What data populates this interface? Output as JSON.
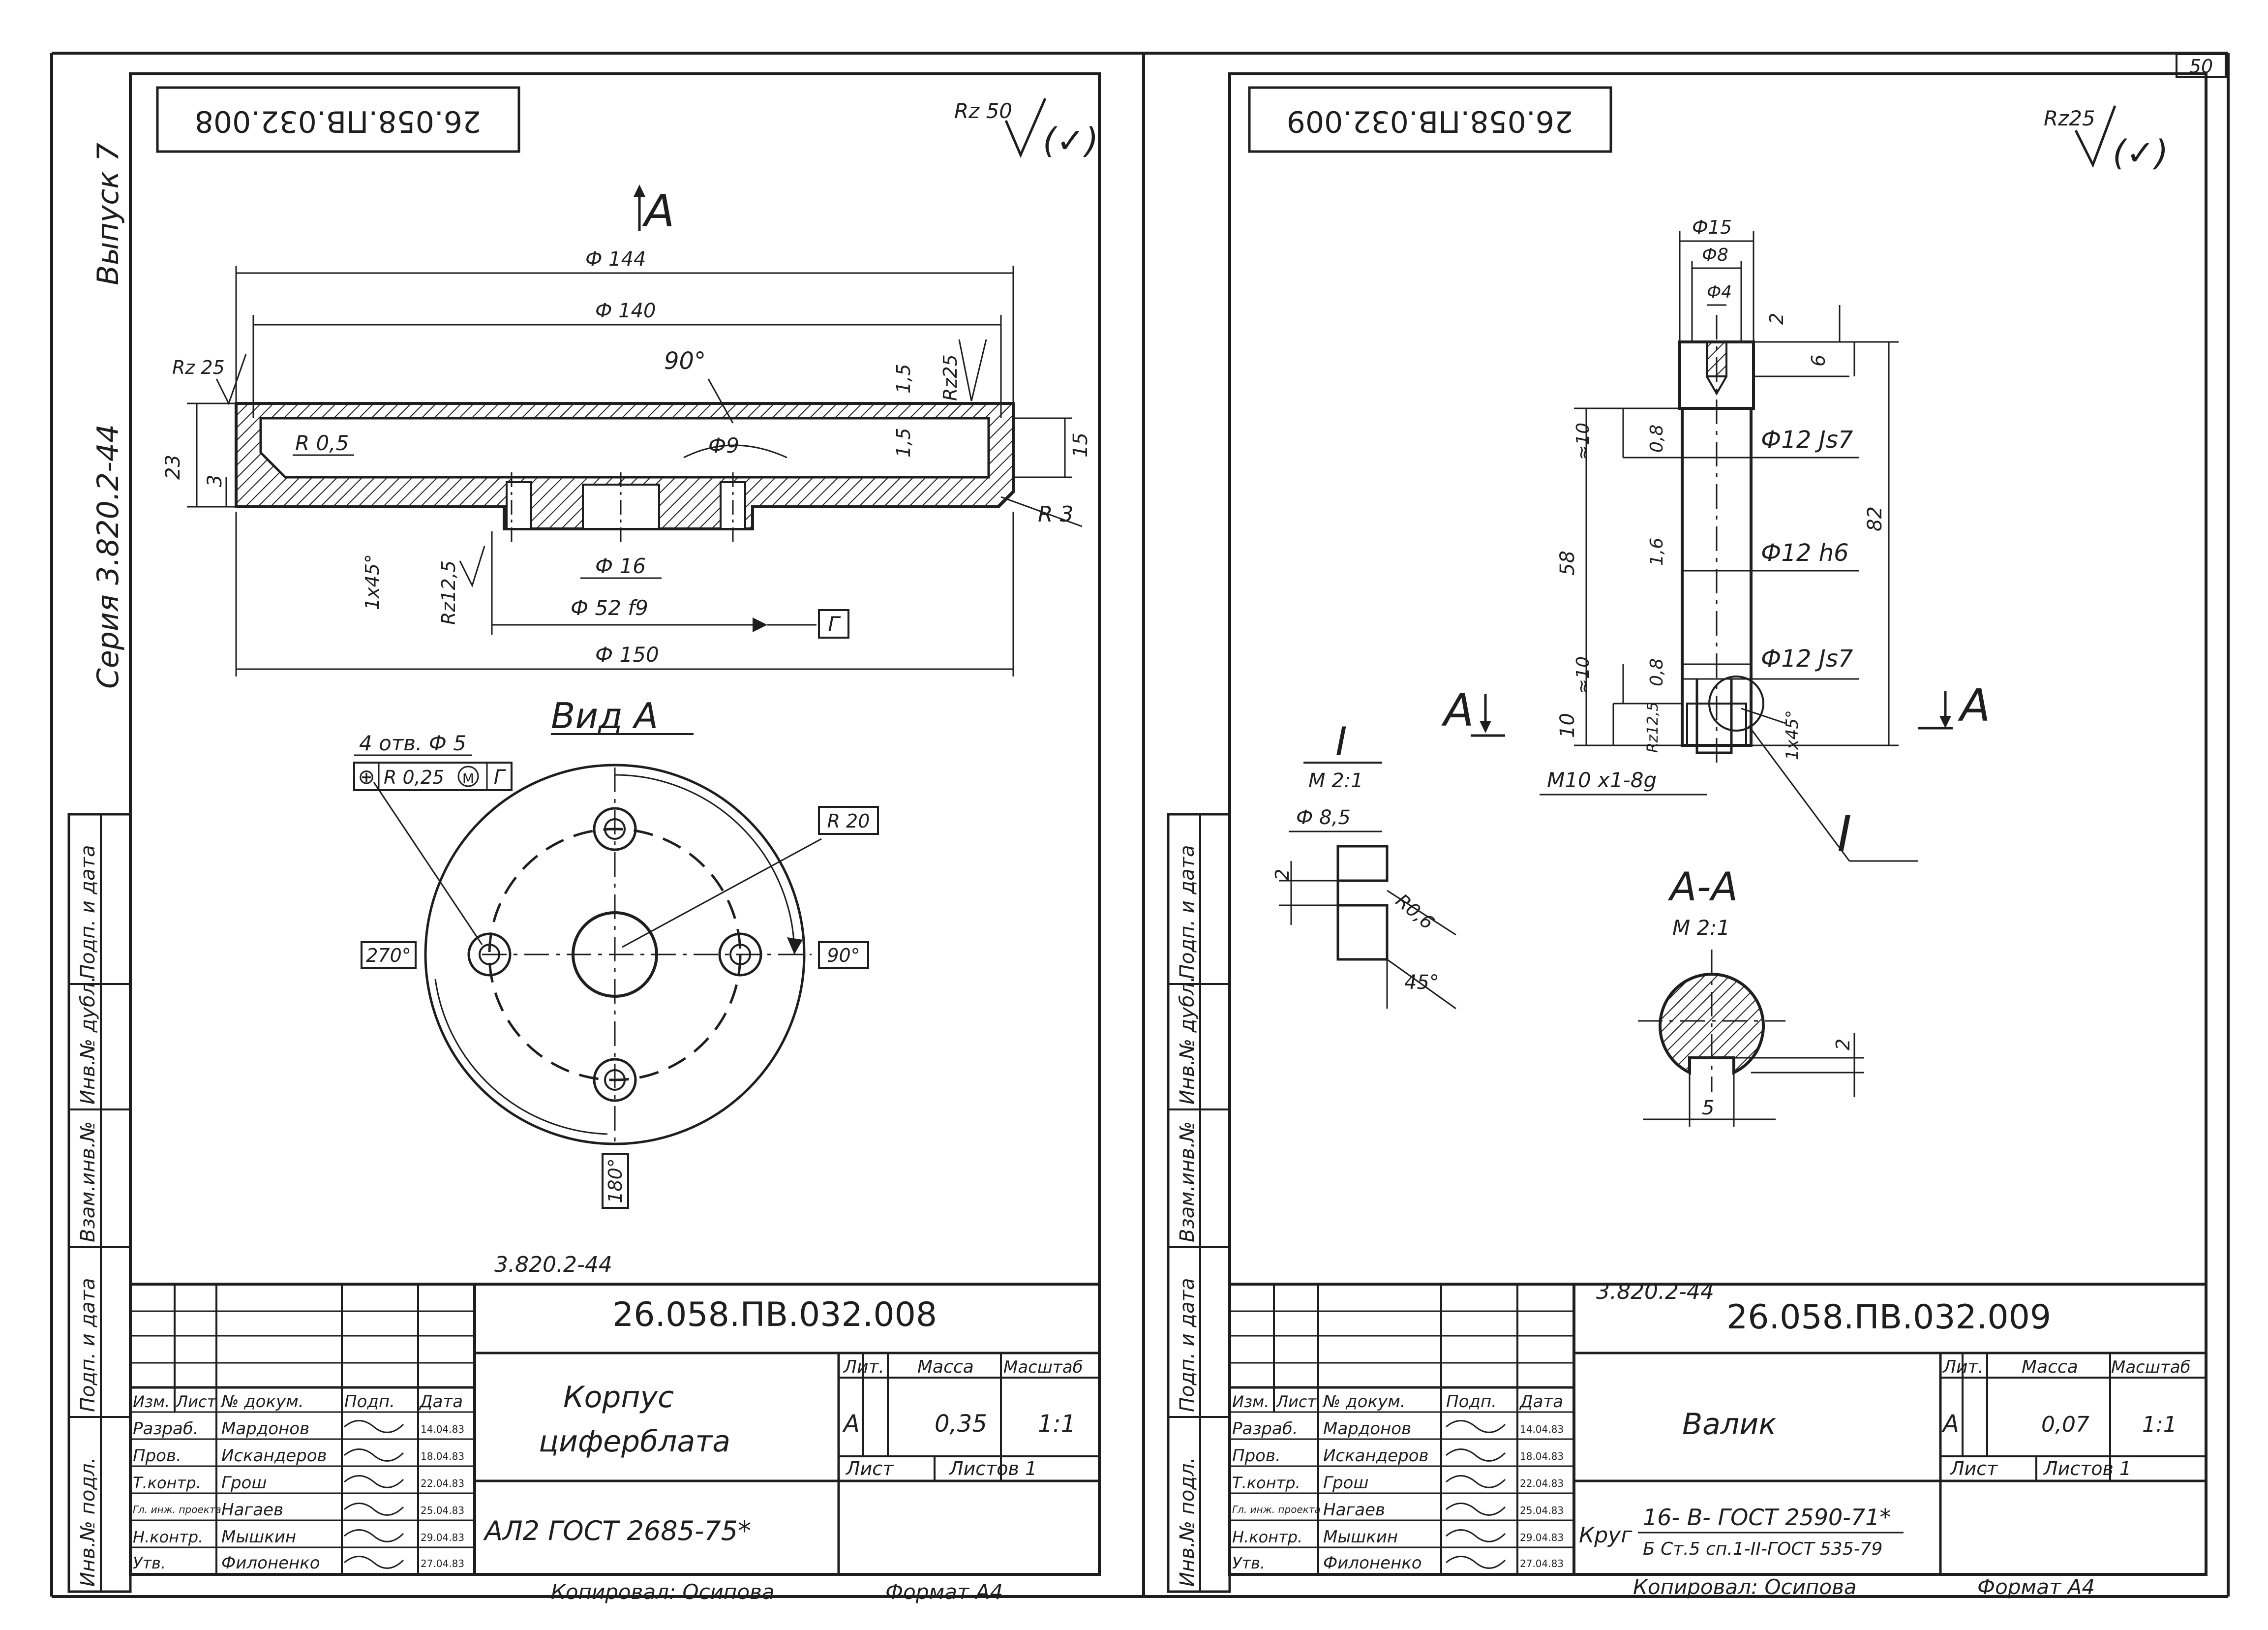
{
  "sheet_number": "50",
  "left_margin": {
    "issue": "Выпуск 7",
    "series": "Серия  3.820.2-44",
    "stamp_fields": [
      "Подп. и дата",
      "Инв.№ дубл.",
      "Взам.инв.№",
      "Подп. и дата",
      "Инв.№ подл."
    ]
  },
  "right_margin": {
    "stamp_fields": [
      "Подп. и дата",
      "Инв.№ дубл.",
      "Взам.инв.№",
      "Подп. и дата",
      "Инв.№ подл."
    ]
  },
  "left_drawing": {
    "code_flipped": "26.058.ПВ.032.008",
    "roughness_general": "Rz 50",
    "roughness_paren": "(✓)",
    "view_mark": "А",
    "dims": {
      "d144": "Ф 144",
      "d140": "Ф 140",
      "ang90": "90°",
      "t15": "1,5",
      "rz25b": "Rz25",
      "rz25a": "Rz 25",
      "h23": "23",
      "h3": "3",
      "r05": "R 0,5",
      "d9": "Ф9",
      "t15b": "1,5",
      "h15": "15",
      "r3": "R 3",
      "ch": "1x45°",
      "rz125": "Rz12,5",
      "d16": "Ф 16",
      "d52": "Ф 52 f9",
      "datum": "Г",
      "d150": "Ф 150"
    },
    "view_title": "Вид  А",
    "holes_note": "4 отв.  Ф 5",
    "tolerance": {
      "sym": "⊕",
      "value": "R 0,25",
      "mod": "M",
      "datum": "Г"
    },
    "r20": "R 20",
    "ang270": "270°",
    "ang90b": "90°",
    "ang180": "180°",
    "title_block": {
      "series": "3.820.2-44",
      "code": "26.058.ПВ.032.008",
      "headers": [
        "Изм.",
        "Лист",
        "№ докум.",
        "Подп.",
        "Дата"
      ],
      "rows": [
        {
          "role": "Разраб.",
          "name": "Мардонов",
          "date": "14.04.83"
        },
        {
          "role": "Пров.",
          "name": "Искандеров",
          "date": "18.04.83"
        },
        {
          "role": "Т.контр.",
          "name": "Грош",
          "date": "22.04.83"
        },
        {
          "role": "Гл. инж. проекта",
          "name": "Нагаев",
          "date": "25.04.83"
        },
        {
          "role": "Н.контр.",
          "name": "Мышкин",
          "date": "29.04.83"
        },
        {
          "role": "Утв.",
          "name": "Филоненко",
          "date": "27.04.83"
        }
      ],
      "title_line1": "Корпус",
      "title_line2": "циферблата",
      "lit_header": "Лит.",
      "mass_header": "Масса",
      "scale_header": "Масштаб",
      "lit": "А",
      "mass": "0,35",
      "scale": "1:1",
      "sheet_label": "Лист",
      "sheets_label": "Листов 1",
      "material": "АЛ2  ГОСТ  2685-75*"
    },
    "copied": "Копировал:   Осипова",
    "format": "Формат   А4"
  },
  "right_drawing": {
    "code_flipped": "26.058.ПВ.032.009",
    "roughness_general": "Rz25",
    "roughness_paren": "(✓)",
    "dims": {
      "d15": "Ф15",
      "d8": "Ф8",
      "d4": "Ф4",
      "t2": "2",
      "t6": "6",
      "a10": "≈10",
      "r08": "0,8",
      "js7a": "Ф12 Js7",
      "h82": "82",
      "h58": "58",
      "r16": "1,6",
      "h6": "Ф12 h6",
      "a10b": "≈10",
      "r08b": "0,8",
      "js7b": "Ф12 Js7",
      "h10": "10",
      "rz125": "Rz12,5",
      "ch": "1x45°",
      "thread": "М10 x1-8g"
    },
    "sec_mark_left": "А",
    "sec_mark_right": "А",
    "detail_mark": "I",
    "detail_title": "I",
    "detail_scale": "М 2:1",
    "detail_d85": "Ф 8,5",
    "detail_t2": "2",
    "detail_r06": "R0,6",
    "detail_ang": "45°",
    "section_title": "А-А",
    "section_scale": "М 2:1",
    "section_t2": "2",
    "section_w5": "5",
    "title_block": {
      "series": "3.820.2-44",
      "code": "26.058.ПВ.032.009",
      "headers": [
        "Изм.",
        "Лист",
        "№ докум.",
        "Подп.",
        "Дата"
      ],
      "rows": [
        {
          "role": "Разраб.",
          "name": "Мардонов",
          "date": "14.04.83"
        },
        {
          "role": "Пров.",
          "name": "Искандеров",
          "date": "18.04.83"
        },
        {
          "role": "Т.контр.",
          "name": "Грош",
          "date": "22.04.83"
        },
        {
          "role": "Гл. инж. проекта",
          "name": "Нагаев",
          "date": "25.04.83"
        },
        {
          "role": "Н.контр.",
          "name": "Мышкин",
          "date": "29.04.83"
        },
        {
          "role": "Утв.",
          "name": "Филоненко",
          "date": "27.04.83"
        }
      ],
      "title": "Валик",
      "lit_header": "Лит.",
      "mass_header": "Масса",
      "scale_header": "Масштаб",
      "lit": "А",
      "mass": "0,07",
      "scale": "1:1",
      "sheet_label": "Лист",
      "sheets_label": "Листов 1",
      "material_prefix": "Круг",
      "material_top": "16- В- ГОСТ 2590-71*",
      "material_bottom": "Б Ст.5 сп.1-II-ГОСТ 535-79"
    },
    "copied": "Копировал:   Осипова",
    "format": "Формат  А4"
  }
}
